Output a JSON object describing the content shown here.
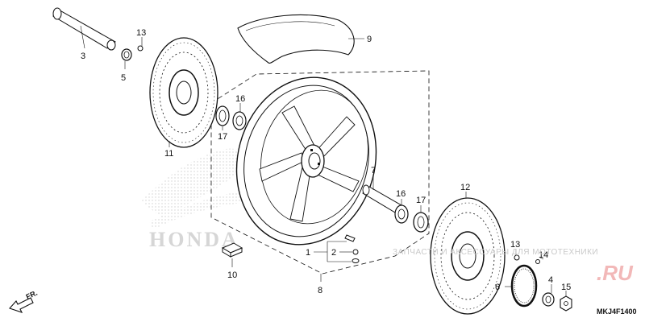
{
  "callouts": {
    "c1": "1",
    "c2": "2",
    "c3": "3",
    "c4": "4",
    "c5": "5",
    "c6": "6",
    "c7": "7",
    "c8": "8",
    "c9": "9",
    "c10": "10",
    "c11": "11",
    "c12": "12",
    "c13a": "13",
    "c13b": "13",
    "c14": "14",
    "c15": "15",
    "c16a": "16",
    "c16b": "16",
    "c17a": "17",
    "c17b": "17"
  },
  "diagram_code": "MKJ4F1400",
  "direction_label": "FR.",
  "watermark": {
    "brand": "HONDA",
    "shop_text": "ЗАПЧАСТИ И АКСЕССУАРЫ ДЛЯ МОТОТЕХНИКИ",
    "site": ".RU"
  },
  "colors": {
    "line": "#111111",
    "watermark_red": "#e07070",
    "watermark_gray": "#cccccc"
  }
}
